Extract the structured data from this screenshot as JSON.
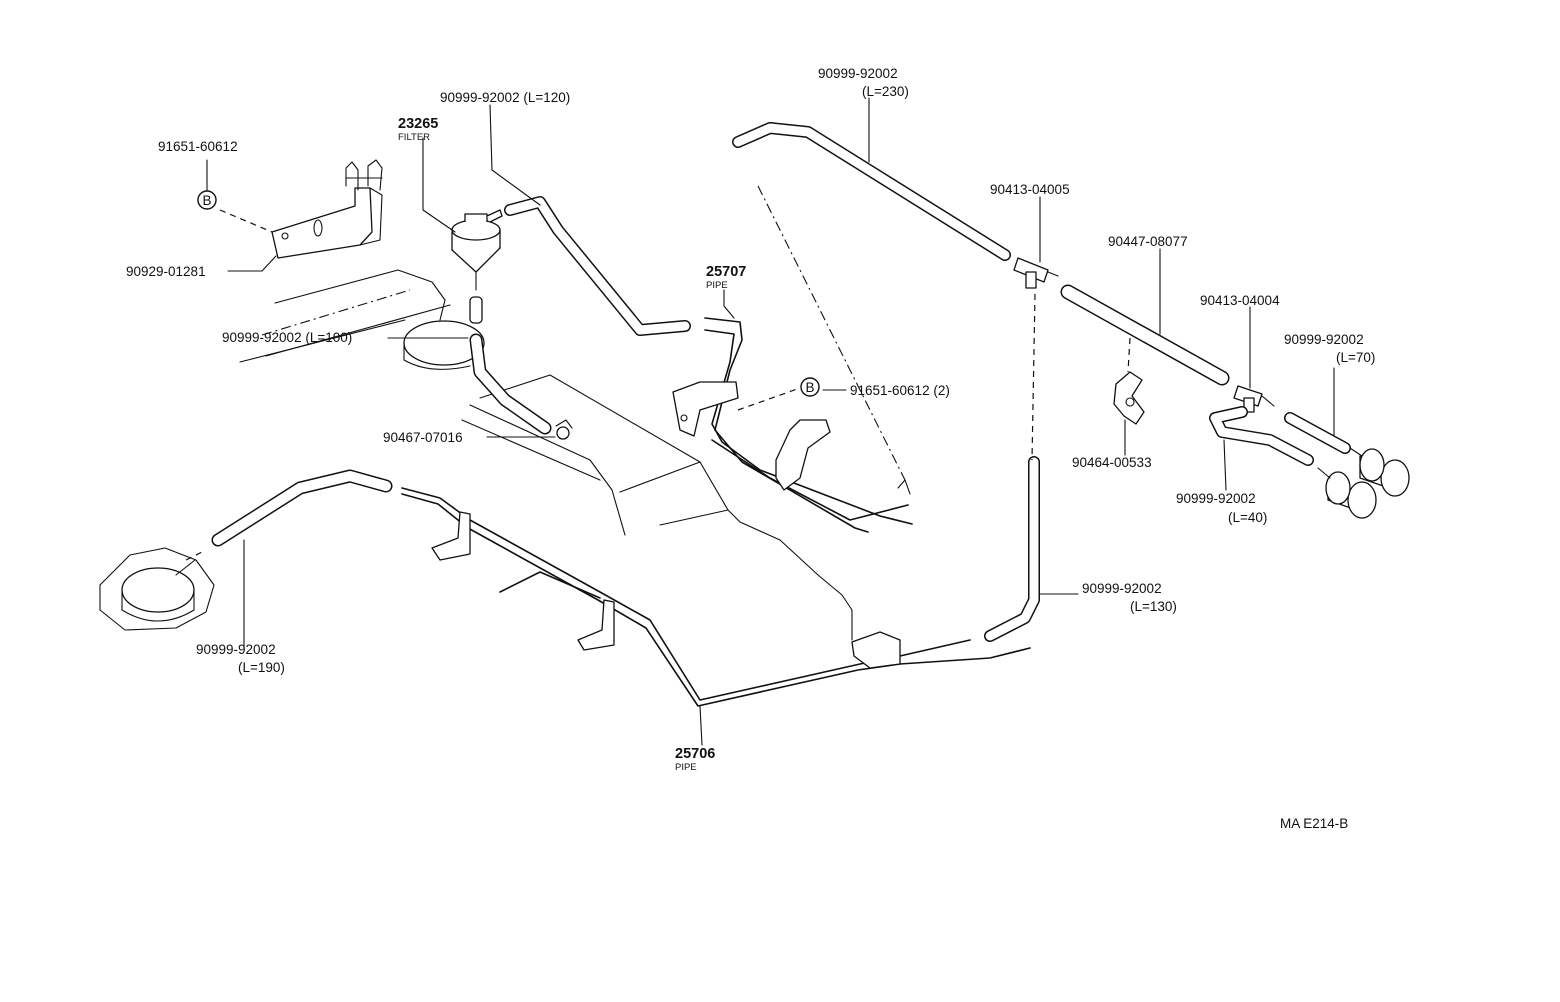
{
  "labels": {
    "clamp_ref_top": "91651-60612",
    "bracket_part": "90929-01281",
    "filter_number": "23265",
    "filter_name": "FILTER",
    "hose_l120": "90999-92002 (L=120)",
    "hose_l100": "90999-92002 (L=100)",
    "clip_part": "90467-07016",
    "pipe_25707_number": "25707",
    "pipe_25707_name": "PIPE",
    "clamp_ref_mid": "91651-60612 (2)",
    "hose_l230_part": "90999-92002",
    "hose_l230_len": "(L=230)",
    "tjoint_upper": "90413-04005",
    "hose_08077": "90447-08077",
    "clamp_00533": "90464-00533",
    "tjoint_lower": "90413-04004",
    "hose_l70_part": "90999-92002",
    "hose_l70_len": "(L=70)",
    "hose_l40_part": "90999-92002",
    "hose_l40_len": "(L=40)",
    "hose_l130_part": "90999-92002",
    "hose_l130_len": "(L=130)",
    "hose_l190_part": "90999-92002",
    "hose_l190_len": "(L=190)",
    "pipe_25706_number": "25706",
    "pipe_25706_name": "PIPE",
    "ref_letter": "B",
    "diagram_code": "MA E214-B"
  }
}
